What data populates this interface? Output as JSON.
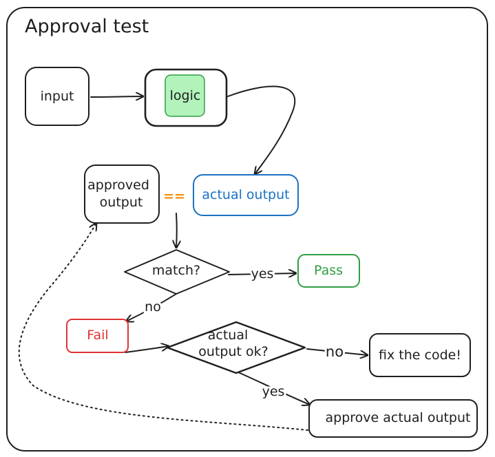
{
  "title": "Approval test",
  "nodes": {
    "input": "input",
    "logic": "logic",
    "approved_line1": "approved",
    "approved_line2": "output",
    "equals": "==",
    "actual_output": "actual output",
    "match": "match?",
    "pass": "Pass",
    "fail": "Fail",
    "actual_ok_line1": "actual",
    "actual_ok_line2": "output ok?",
    "fix_code": "fix the code!",
    "approve_actual": "approve actual output"
  },
  "edges": {
    "match_yes": "yes",
    "match_no": "no",
    "ok_no": "no",
    "ok_yes": "yes"
  },
  "colors": {
    "ink": "#1e1e1e",
    "logic_fill": "#b2f2bb",
    "logic_stroke": "#2f9e44",
    "actual_output": "#1971c2",
    "equals": "#f08c00",
    "pass": "#2f9e44",
    "fail": "#e03131"
  }
}
